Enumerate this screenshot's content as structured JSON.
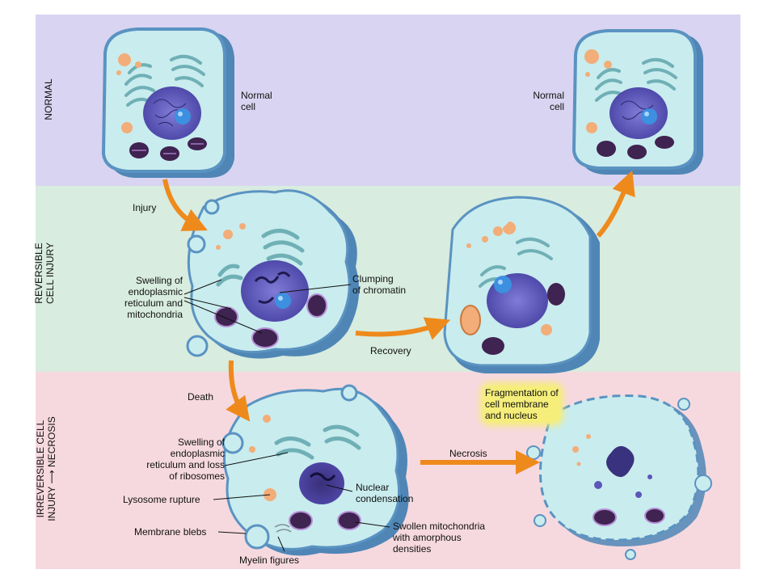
{
  "colors": {
    "normal_band": "#d9d4f1",
    "reversible_band": "#d8ecdf",
    "irreversible_band": "#f6d9df",
    "cell_outer": "#5a93c2",
    "cytoplasm": "#c9ecee",
    "nucleus": "#5c57b7",
    "mitochondria": "#3f2350",
    "lysosome": "#f2ad78",
    "arrow": "#ee8a1c",
    "highlight": "#f5ee7a"
  },
  "sections": {
    "normal": "NORMAL",
    "reversible_line1": "REVERSIBLE",
    "reversible_line2": "CELL INJURY",
    "irreversible_line1": "IRREVERSIBLE CELL",
    "irreversible_line2": "INJURY",
    "irreversible_line2_end": "NECROSIS"
  },
  "labels": {
    "normal_cell_left": [
      "Normal",
      "cell"
    ],
    "normal_cell_right": [
      "Normal",
      "cell"
    ],
    "injury": "Injury",
    "swelling_er_mito": [
      "Swelling of",
      "endoplasmic",
      "reticulum and",
      "mitochondria"
    ],
    "clumping": [
      "Clumping",
      "of chromatin"
    ],
    "recovery": "Recovery",
    "death": "Death",
    "fragmentation": [
      "Fragmentation of",
      "cell membrane",
      "and nucleus"
    ],
    "swelling_ribosomes": [
      "Swelling of",
      "endoplasmic",
      "reticulum and loss",
      "of ribosomes"
    ],
    "necrosis": "Necrosis",
    "nuclear_condensation": [
      "Nuclear",
      "condensation"
    ],
    "lysosome_rupture": "Lysosome rupture",
    "membrane_blebs": "Membrane blebs",
    "swollen_mito": [
      "Swollen mitochondria",
      "with amorphous",
      "densities"
    ],
    "myelin_figures": "Myelin figures"
  },
  "icons": [
    "arrow-curved-down",
    "arrow-right",
    "arrow-curved-up",
    "cell-illustration"
  ]
}
